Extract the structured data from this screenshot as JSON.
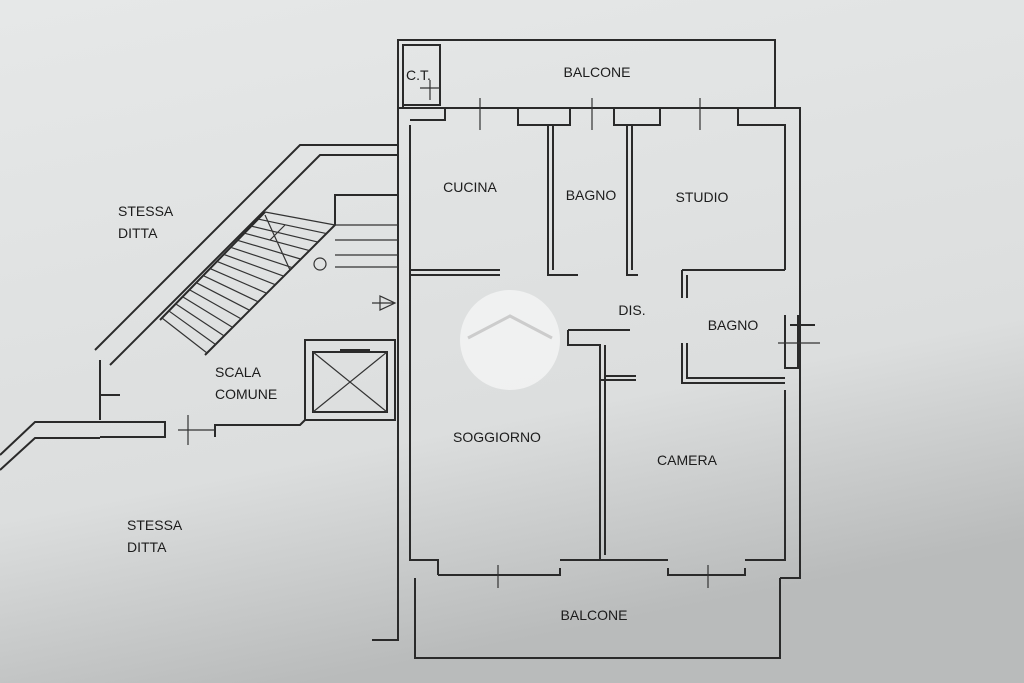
{
  "plan": {
    "rooms": {
      "ct": "C.T.",
      "balcone_top": "BALCONE",
      "cucina": "CUCINA",
      "bagno_1": "BAGNO",
      "studio": "STUDIO",
      "dis": "DIS.",
      "bagno_2": "BAGNO",
      "soggiorno": "SOGGIORNO",
      "camera": "CAMERA",
      "balcone_bottom": "BALCONE"
    },
    "surroundings": {
      "stessa_ditta_top_1": "STESSA",
      "stessa_ditta_top_2": "DITTA",
      "scala_1": "SCALA",
      "scala_2": "COMUNE",
      "stessa_ditta_bottom_1": "STESSA",
      "stessa_ditta_bottom_2": "DITTA"
    },
    "colors": {
      "paper": "#e3e5e5",
      "ink": "#2a2a2a"
    }
  }
}
